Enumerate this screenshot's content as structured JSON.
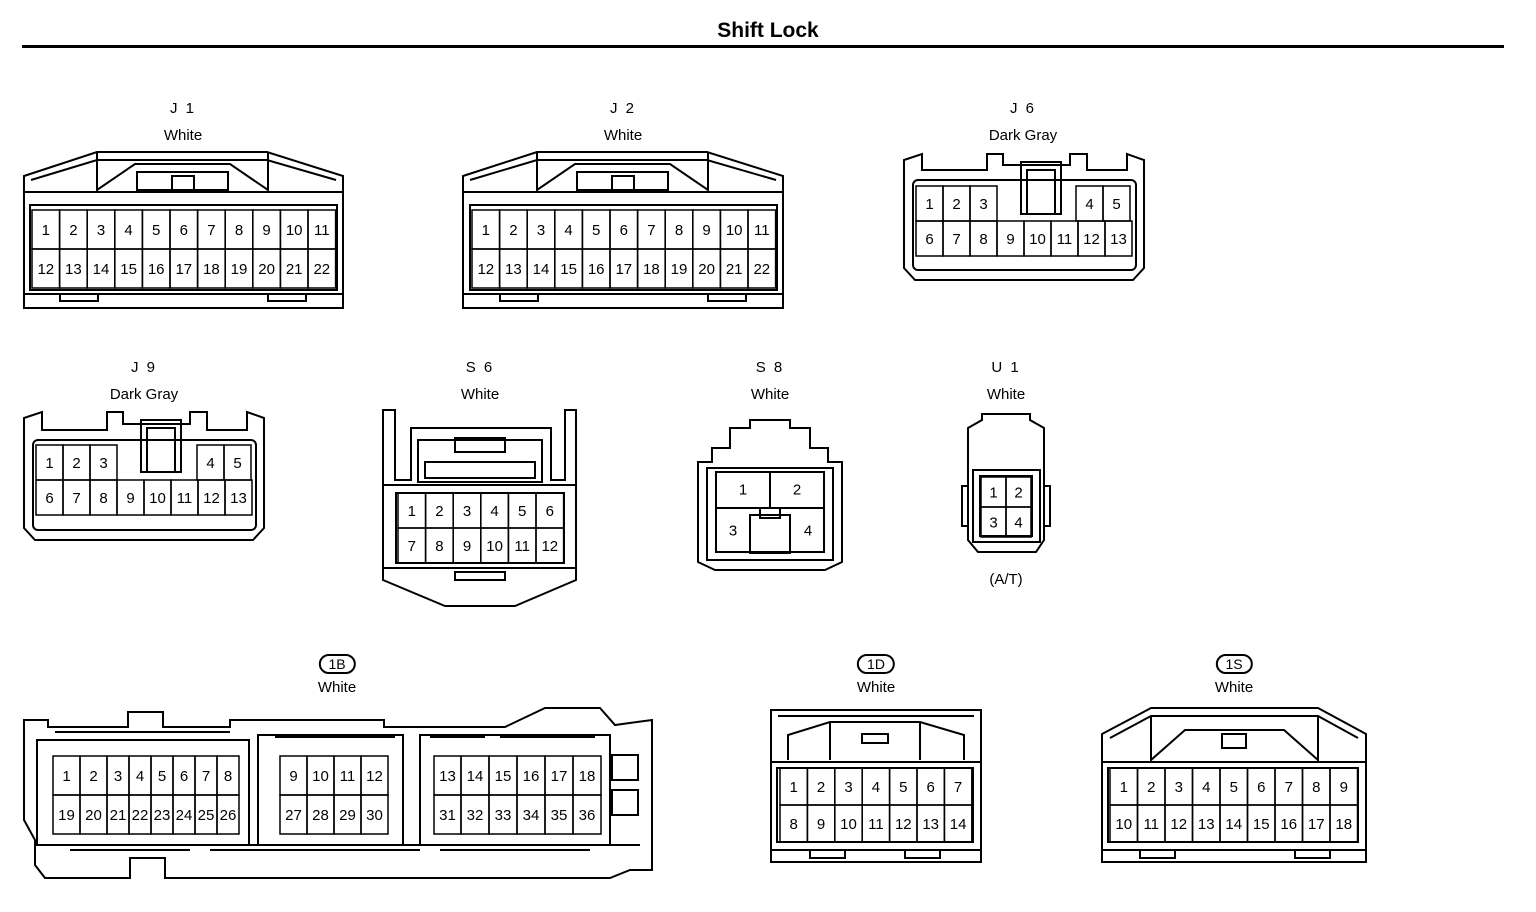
{
  "title": "Shift Lock",
  "connectors": [
    {
      "id": "J1",
      "code": "J 1",
      "color": "White",
      "rows": [
        [
          "1",
          "2",
          "3",
          "4",
          "5",
          "6",
          "7",
          "8",
          "9",
          "10",
          "11"
        ],
        [
          "12",
          "13",
          "14",
          "15",
          "16",
          "17",
          "18",
          "19",
          "20",
          "21",
          "22"
        ]
      ]
    },
    {
      "id": "J2",
      "code": "J 2",
      "color": "White",
      "rows": [
        [
          "1",
          "2",
          "3",
          "4",
          "5",
          "6",
          "7",
          "8",
          "9",
          "10",
          "11"
        ],
        [
          "12",
          "13",
          "14",
          "15",
          "16",
          "17",
          "18",
          "19",
          "20",
          "21",
          "22"
        ]
      ]
    },
    {
      "id": "J6",
      "code": "J 6",
      "color": "Dark Gray",
      "rows": [
        [
          "1",
          "2",
          "3",
          "",
          "",
          "",
          "",
          "4",
          "5"
        ],
        [
          "6",
          "7",
          "8",
          "9",
          "10",
          "11",
          "12",
          "13"
        ]
      ]
    },
    {
      "id": "J9",
      "code": "J 9",
      "color": "Dark Gray",
      "rows": [
        [
          "1",
          "2",
          "3",
          "",
          "",
          "",
          "4",
          "5"
        ],
        [
          "6",
          "7",
          "8",
          "9",
          "10",
          "11",
          "12",
          "13"
        ]
      ]
    },
    {
      "id": "S6",
      "code": "S 6",
      "color": "White",
      "rows": [
        [
          "1",
          "2",
          "3",
          "4",
          "5",
          "6"
        ],
        [
          "7",
          "8",
          "9",
          "10",
          "11",
          "12"
        ]
      ]
    },
    {
      "id": "S8",
      "code": "S 8",
      "color": "White",
      "rows": [
        [
          "1",
          "2"
        ],
        [
          "3",
          "4"
        ]
      ]
    },
    {
      "id": "U1",
      "code": "U 1",
      "color": "White",
      "note": "(A/T)",
      "rows": [
        [
          "1",
          "2"
        ],
        [
          "3",
          "4"
        ]
      ]
    },
    {
      "id": "1B",
      "code": "1B",
      "color": "White",
      "rows": [
        [
          "1",
          "2",
          "3",
          "4",
          "5",
          "6",
          "7",
          "8",
          "9",
          "10",
          "11",
          "12",
          "13",
          "14",
          "15",
          "16",
          "17",
          "18"
        ],
        [
          "19",
          "20",
          "21",
          "22",
          "23",
          "24",
          "25",
          "26",
          "27",
          "28",
          "29",
          "30",
          "31",
          "32",
          "33",
          "34",
          "35",
          "36"
        ]
      ]
    },
    {
      "id": "1D",
      "code": "1D",
      "color": "White",
      "rows": [
        [
          "1",
          "2",
          "3",
          "4",
          "5",
          "6",
          "7"
        ],
        [
          "8",
          "9",
          "10",
          "11",
          "12",
          "13",
          "14"
        ]
      ]
    },
    {
      "id": "1S",
      "code": "1S",
      "color": "White",
      "rows": [
        [
          "1",
          "2",
          "3",
          "4",
          "5",
          "6",
          "7",
          "8",
          "9"
        ],
        [
          "10",
          "11",
          "12",
          "13",
          "14",
          "15",
          "16",
          "17",
          "18"
        ]
      ]
    }
  ]
}
